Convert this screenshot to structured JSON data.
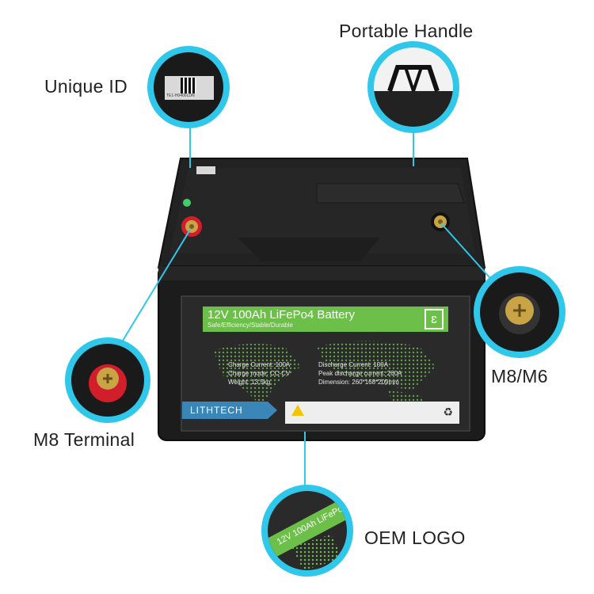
{
  "callouts": {
    "unique_id": "Unique ID",
    "portable_handle": "Portable Handle",
    "m8_m6": "M8/M6",
    "m8_terminal": "M8 Terminal",
    "oem_logo": "OEM LOGO"
  },
  "label": {
    "title": "12V 100Ah LiFePo4 Battery",
    "subtitle": "Safe/Efficiency/Stable/Durable",
    "brand": "LITHTECH",
    "specs_left": [
      "Charge Current: 100A",
      "Charge mode: CC-CV",
      "Weight: 13.5kg"
    ],
    "specs_right": [
      "Discharge Current: 100A",
      "Peak discharge current: 260A",
      "Dimension: 260*168*209mm"
    ],
    "qr_code_text": "TE1-H0400LDN"
  },
  "colors": {
    "accent_cyan": "#2fc7ea",
    "label_green": "#6cc04a",
    "battery_body": "#1b1b1b",
    "terminal_red": "#d21e2a",
    "terminal_brass": "#c9a447"
  }
}
